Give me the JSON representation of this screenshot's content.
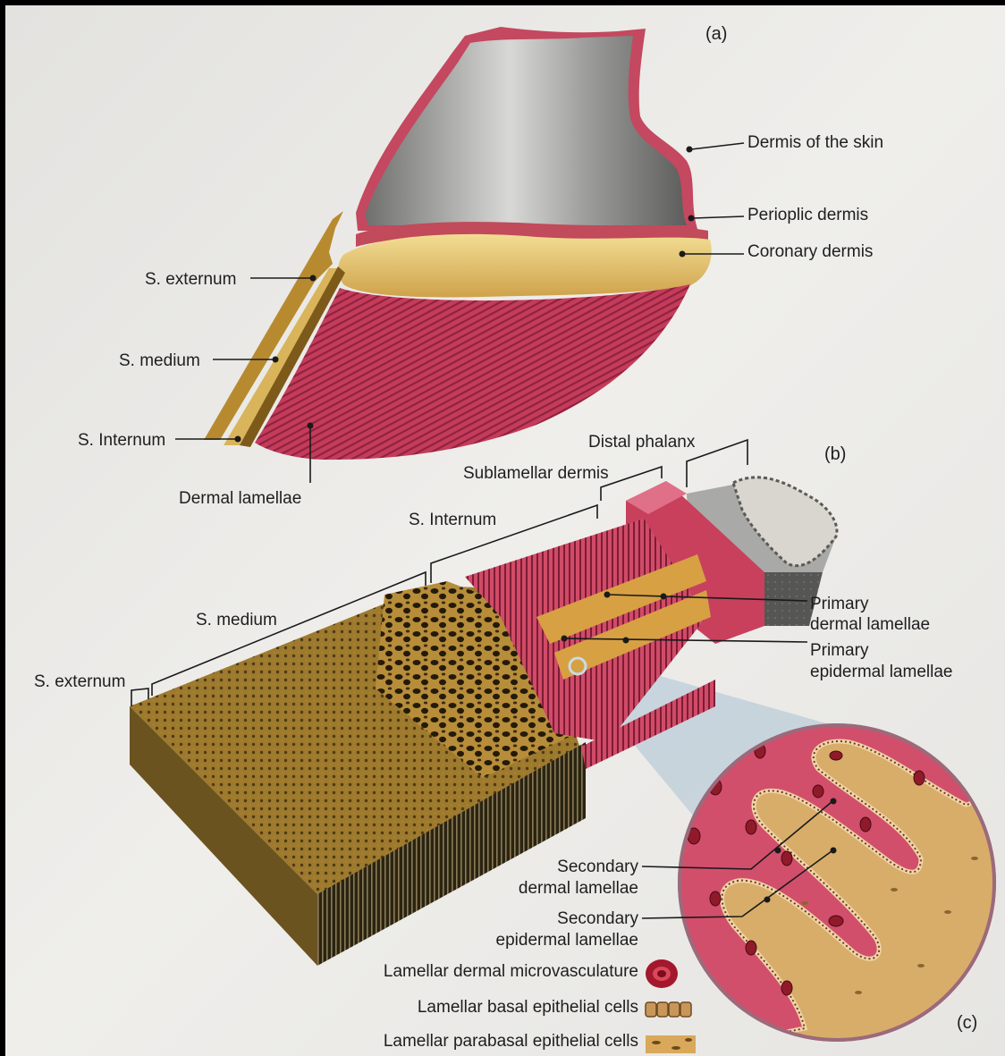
{
  "panels": {
    "a": "(a)",
    "b": "(b)",
    "c": "(c)"
  },
  "panel_a_labels": {
    "dermis_skin": "Dermis of the skin",
    "perioplic": "Perioplic dermis",
    "coronary": "Coronary dermis",
    "s_externum": "S. externum",
    "s_medium": "S. medium",
    "s_internum": "S. Internum",
    "dermal_lamellae": "Dermal lamellae"
  },
  "panel_b_labels": {
    "distal_phalanx": "Distal phalanx",
    "sublamellar": "Sublamellar dermis",
    "s_internum": "S. Internum",
    "s_medium": "S. medium",
    "s_externum": "S. externum",
    "primary_dermal": [
      "Primary",
      "dermal lamellae"
    ],
    "primary_epidermal": [
      "Primary",
      "epidermal lamellae"
    ]
  },
  "panel_c_labels": {
    "secondary_dermal": [
      "Secondary",
      "dermal lamellae"
    ],
    "secondary_epidermal": [
      "Secondary",
      "epidermal lamellae"
    ]
  },
  "legend": [
    {
      "label": "Lamellar dermal microvasculature",
      "icon": "red-blood-vessel-icon"
    },
    {
      "label": "Lamellar basal epithelial cells",
      "icon": "basal-cells-icon"
    },
    {
      "label": "Lamellar parabasal epithelial cells",
      "icon": "parabasal-cells-icon"
    }
  ],
  "colors": {
    "dermis_pink": "#c9475f",
    "dermis_light": "#e07a8a",
    "horn_tan": "#c99a3d",
    "coronary_yellow": "#e3c46a",
    "bone_grey": "#8a8a88",
    "paper": "#ecebe8"
  }
}
